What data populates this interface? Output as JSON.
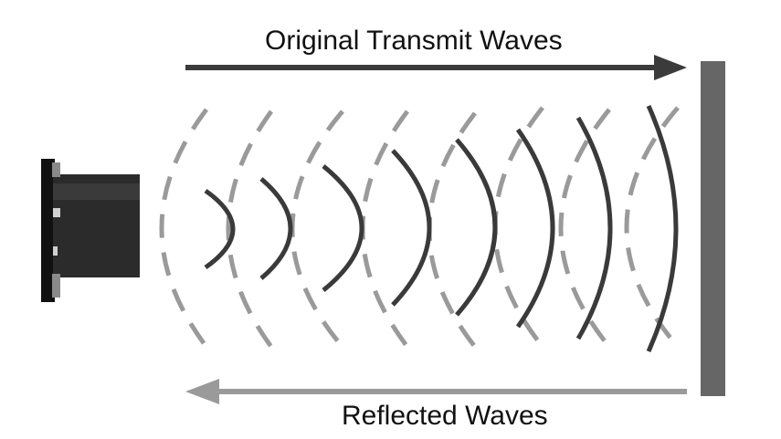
{
  "labels": {
    "transmit": "Original Transmit Waves",
    "reflected": "Reflected Waves"
  },
  "colors": {
    "transmit_arrow": "#3b3b3b",
    "reflected_arrow": "#9a9a9a",
    "solid_wave": "#3a3a3a",
    "dashed_wave": "#9a9a9a",
    "wall": "#666666",
    "sensor_body": "#2b2b2b",
    "sensor_plate": "#111111"
  },
  "waves": {
    "transmitted_count": 8,
    "reflected_count": 8
  }
}
